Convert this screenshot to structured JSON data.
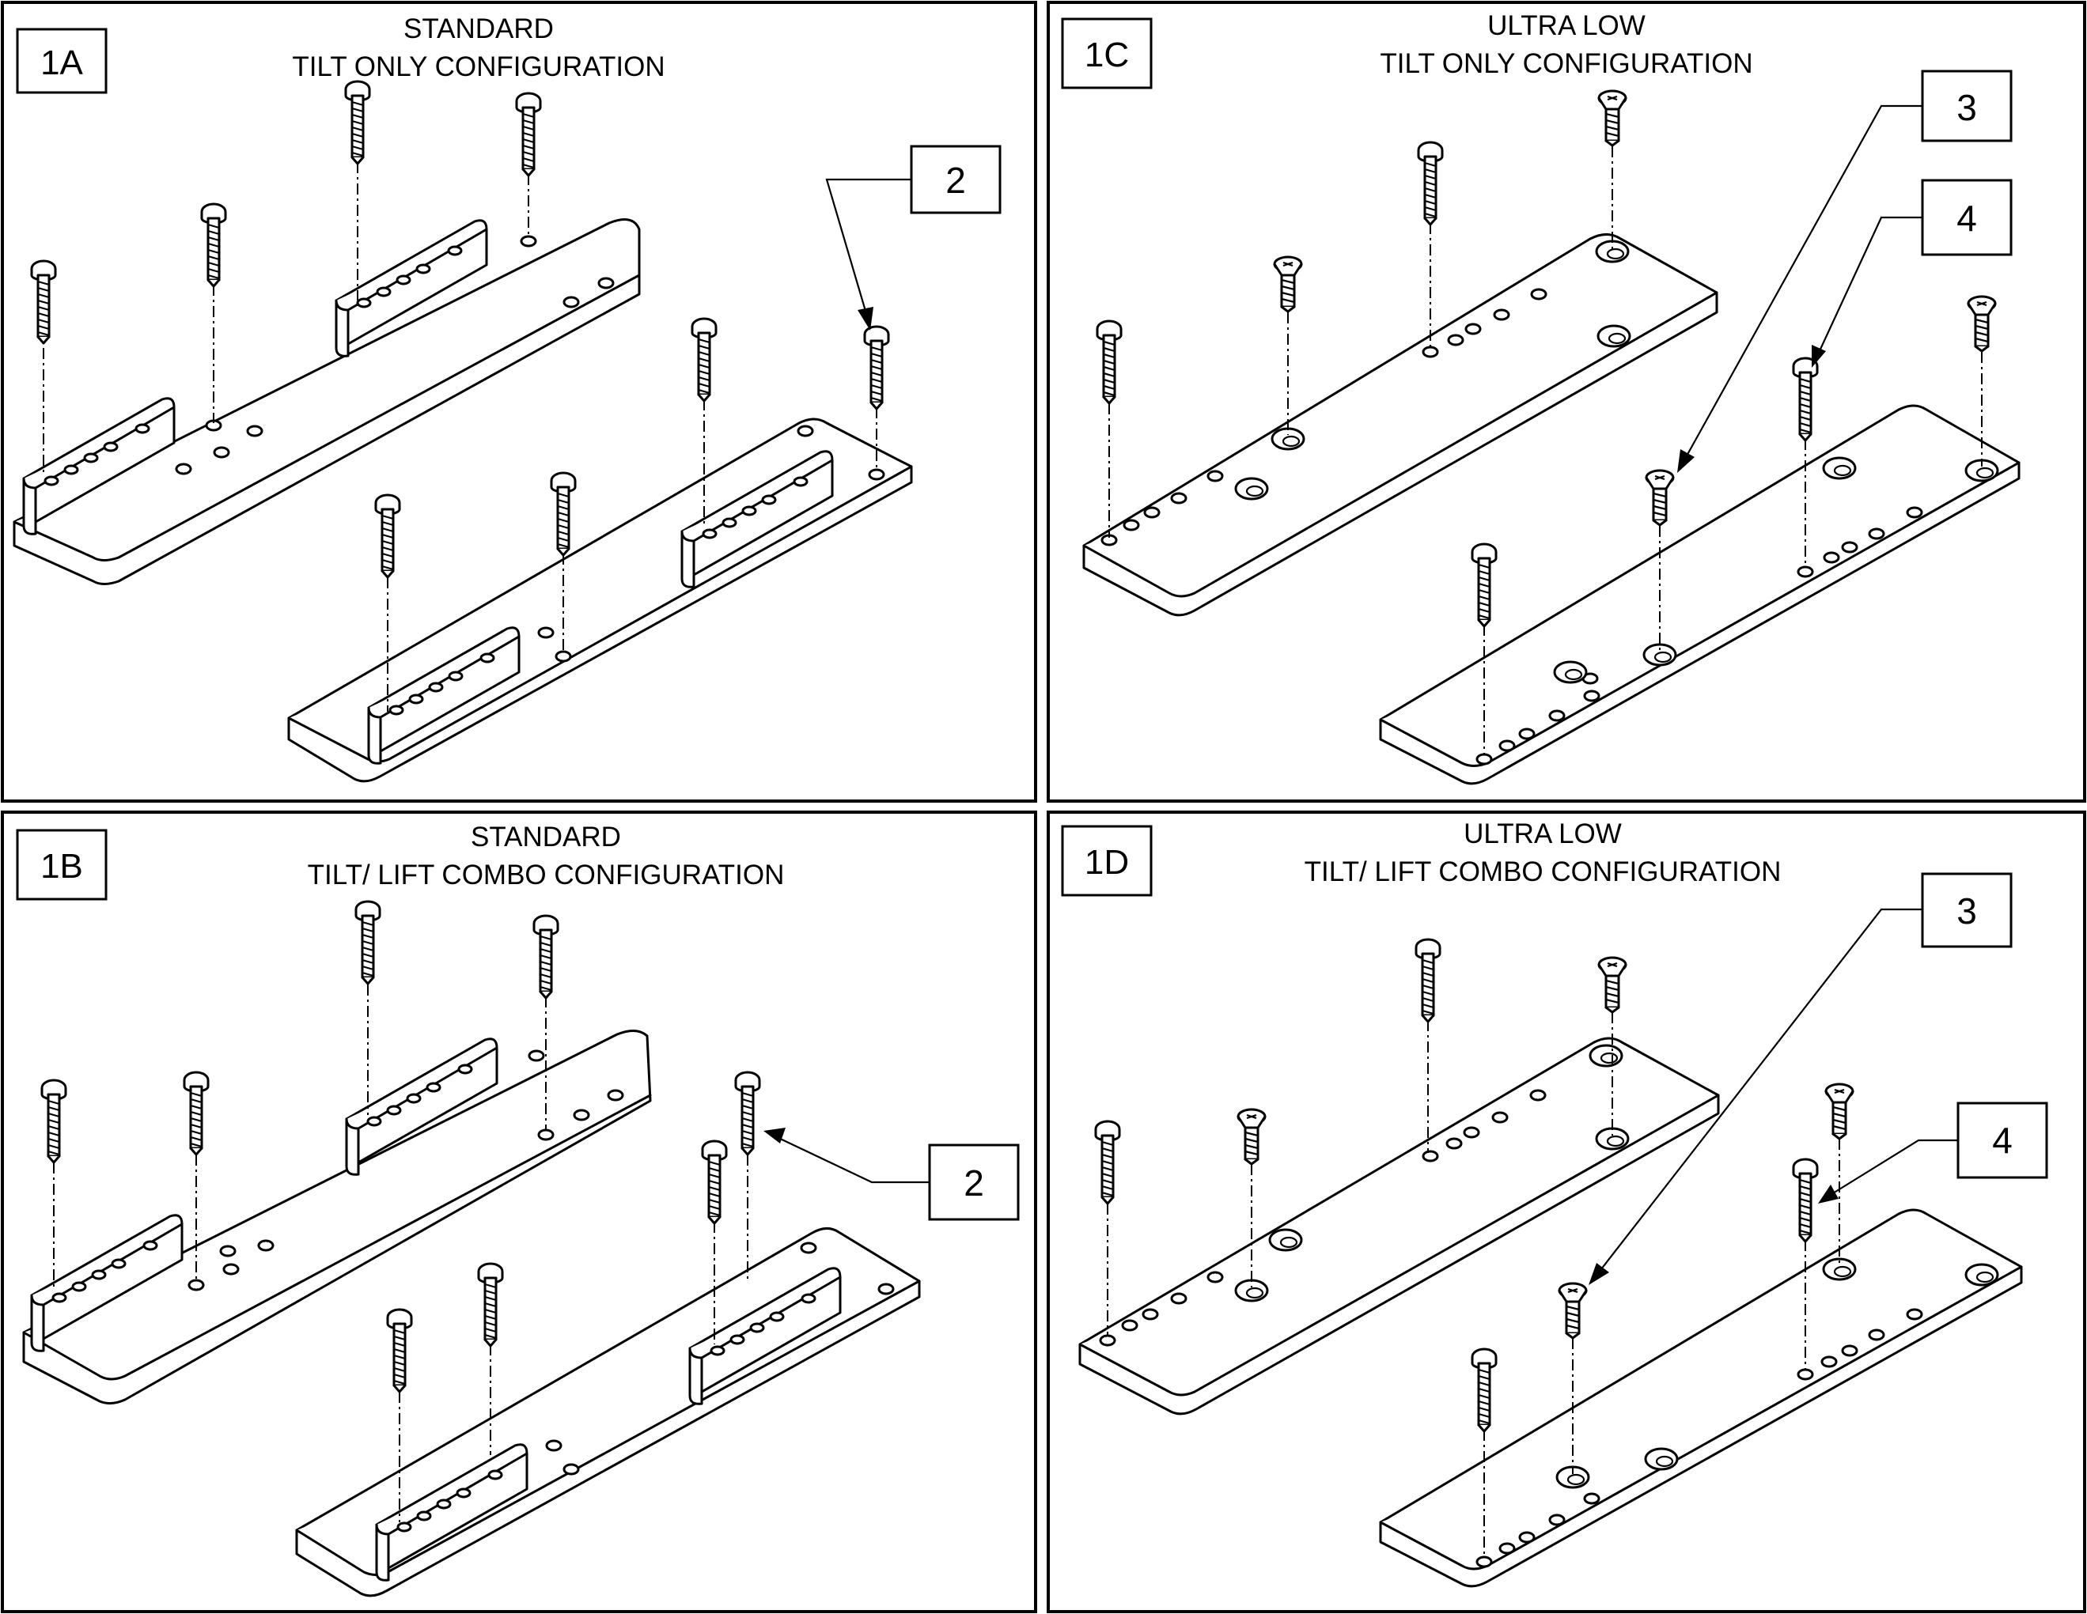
{
  "panels": [
    {
      "id": "1A",
      "title_line1": "STANDARD",
      "title_line2": "TILT ONLY CONFIGURATION",
      "callouts": [
        {
          "label": "2"
        }
      ]
    },
    {
      "id": "1C",
      "title_line1": "ULTRA LOW",
      "title_line2": "TILT ONLY CONFIGURATION",
      "callouts": [
        {
          "label": "3"
        },
        {
          "label": "4"
        }
      ]
    },
    {
      "id": "1B",
      "title_line1": "STANDARD",
      "title_line2": "TILT/ LIFT COMBO CONFIGURATION",
      "callouts": [
        {
          "label": "2"
        }
      ]
    },
    {
      "id": "1D",
      "title_line1": "ULTRA LOW",
      "title_line2": "TILT/ LIFT COMBO CONFIGURATION",
      "callouts": [
        {
          "label": "3"
        },
        {
          "label": "4"
        }
      ]
    }
  ],
  "colors": {
    "line": "#000000",
    "background": "#ffffff"
  }
}
